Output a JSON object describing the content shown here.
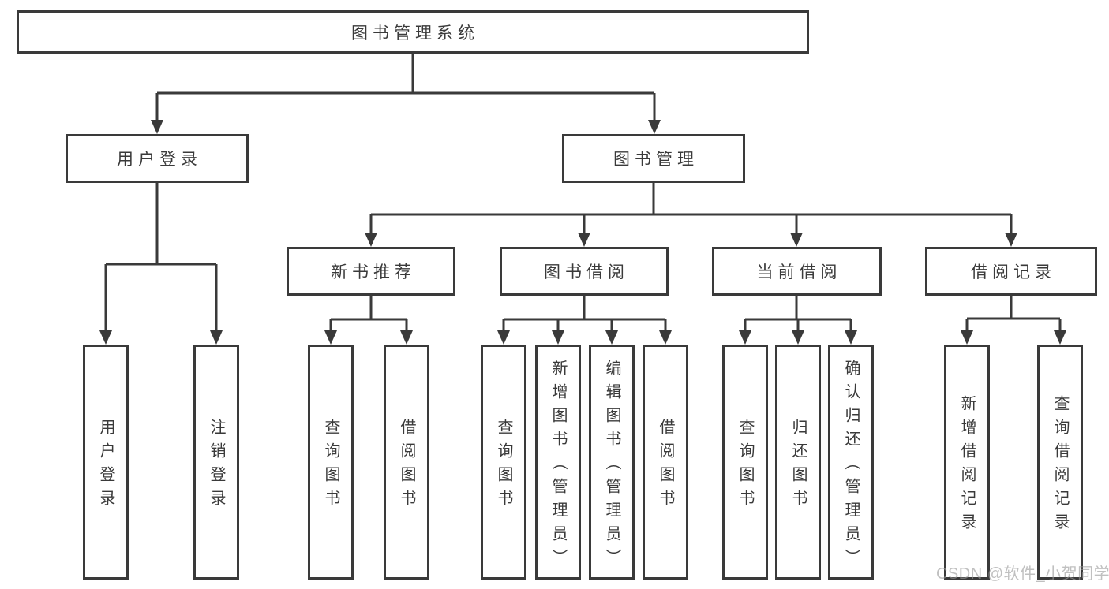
{
  "diagram": {
    "title": "图书管理系统",
    "branches": [
      {
        "label": "用户登录",
        "children": [
          {
            "label": "用户登录"
          },
          {
            "label": "注销登录"
          }
        ]
      },
      {
        "label": "图书管理",
        "children": [
          {
            "label": "新书推荐",
            "children": [
              {
                "label": "查询图书"
              },
              {
                "label": "借阅图书"
              }
            ]
          },
          {
            "label": "图书借阅",
            "children": [
              {
                "label": "查询图书"
              },
              {
                "label": "新增图书（管理员）"
              },
              {
                "label": "编辑图书（管理员）"
              },
              {
                "label": "借阅图书"
              }
            ]
          },
          {
            "label": "当前借阅",
            "children": [
              {
                "label": "查询图书"
              },
              {
                "label": "归还图书"
              },
              {
                "label": "确认归还（管理员）"
              }
            ]
          },
          {
            "label": "借阅记录",
            "children": [
              {
                "label": "新增借阅记录"
              },
              {
                "label": "查询借阅记录"
              }
            ]
          }
        ]
      }
    ]
  },
  "watermark": "CSDN @软件_小贺同学",
  "colors": {
    "line": "#3a3a3a",
    "text": "#3a3a3a",
    "watermark": "#9a9a9a",
    "background": "#ffffff"
  }
}
